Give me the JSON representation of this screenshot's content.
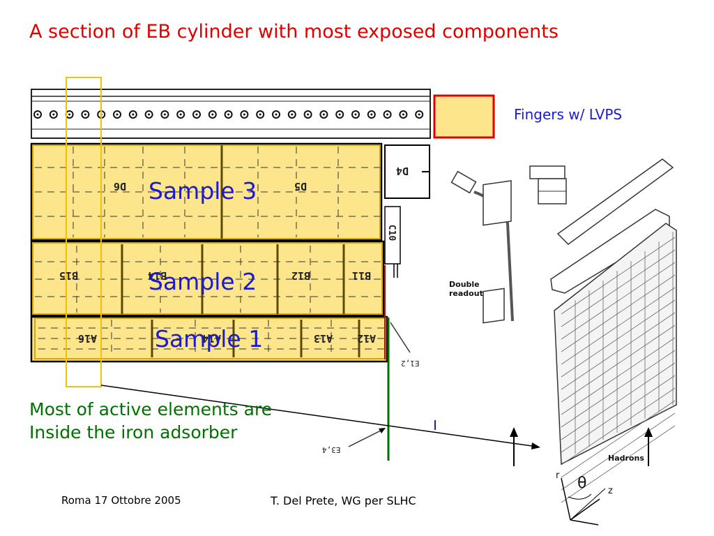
{
  "title": "A section of EB cylinder with most exposed components",
  "legend": {
    "label": "Fingers w/ LVPS",
    "swatch_color": "#fde58c",
    "border_color": "#e00000"
  },
  "samples": [
    "Sample 3",
    "Sample 2",
    "Sample 1"
  ],
  "cell_labels": {
    "row3": [
      "D6",
      "D5",
      "D4"
    ],
    "row2": [
      "B15",
      "B14",
      "B12",
      "B11"
    ],
    "row1": [
      "A16",
      "A14",
      "A13",
      "A12"
    ],
    "side": [
      "C10",
      "E1,2",
      "E3,4"
    ]
  },
  "note": [
    "Most of active elements are",
    "Inside the iron adsorber"
  ],
  "drawing_labels": {
    "double_readout": [
      "Double",
      "readout"
    ],
    "hadrons": "Hadrons",
    "r": "r",
    "theta": "θ",
    "z": "z"
  },
  "footer": {
    "left": "Roma 17 Ottobre 2005",
    "center": "T. Del Prete, WG per SLHC"
  },
  "colors": {
    "cell_fill": "#fde58c",
    "cell_border": "#d4a800",
    "title": "#e00000",
    "accent_blue": "#1a1ad0",
    "note_green": "#007000"
  }
}
